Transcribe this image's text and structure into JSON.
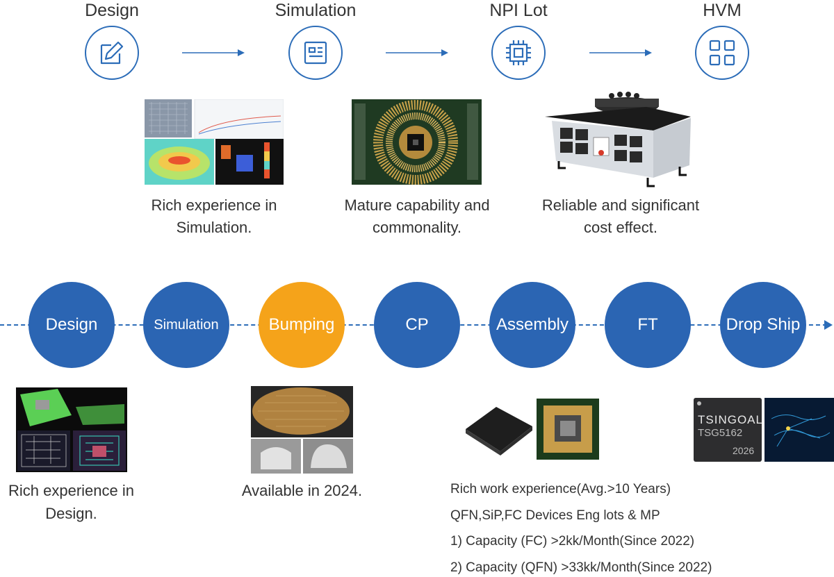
{
  "flow": {
    "stages": [
      {
        "title": "Design",
        "icon": "edit-icon"
      },
      {
        "title": "Simulation",
        "icon": "layout-icon"
      },
      {
        "title": "NPI Lot",
        "icon": "chip-icon"
      },
      {
        "title": "HVM",
        "icon": "grid-icon"
      }
    ],
    "captions": [
      {
        "line1": "Rich experience in",
        "line2": "Simulation."
      },
      {
        "line1": "Mature capability and",
        "line2": "commonality."
      },
      {
        "line1": "Reliable and significant",
        "line2": "cost effect."
      }
    ]
  },
  "process": {
    "steps": [
      "Design",
      "Simulation",
      "Bumping",
      "CP",
      "Assembly",
      "FT",
      "Drop Ship"
    ],
    "active_step": "Bumping",
    "colors": {
      "step": "#2b65b3",
      "active": "#f5a31a",
      "line": "#2b6cb8"
    }
  },
  "bottom": {
    "design_caption": {
      "line1": "Rich experience in",
      "line2": "Design."
    },
    "bumping_caption": "Available in 2024.",
    "assembly_details": [
      "Rich work experience(Avg.>10 Years)",
      "QFN,SiP,FC Devices Eng lots & MP",
      "1) Capacity (FC) >2kk/Month(Since 2022)",
      "2) Capacity (QFN) >33kk/Month(Since 2022)"
    ],
    "chip_marking": {
      "brand": "TSINGOAL",
      "part": "TSG5162",
      "code": "2026"
    }
  }
}
